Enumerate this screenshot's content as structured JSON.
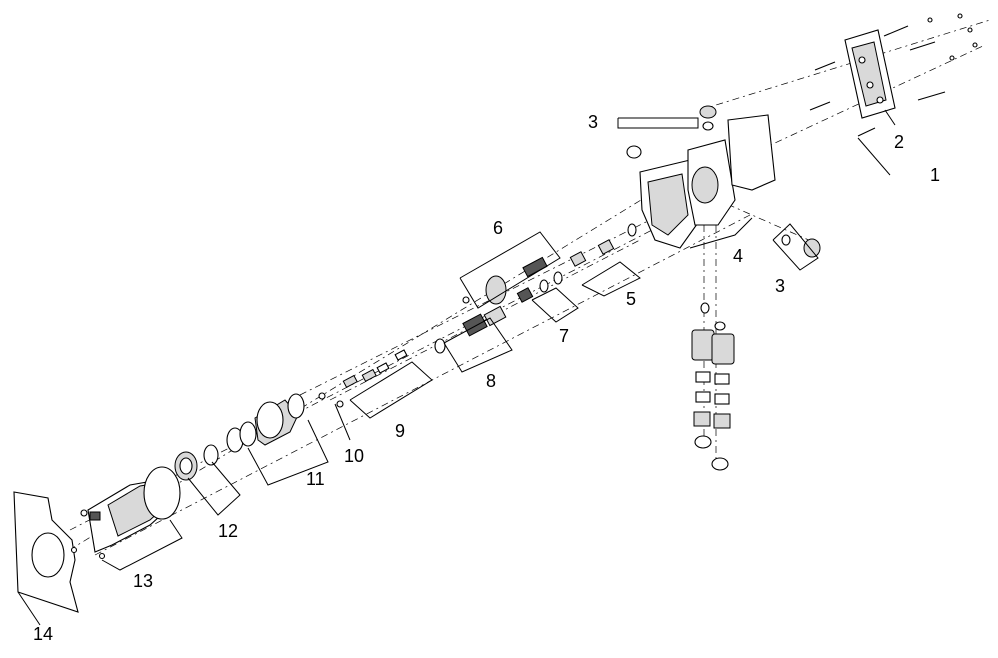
{
  "callouts": [
    {
      "id": "1",
      "label": "1"
    },
    {
      "id": "2",
      "label": "2"
    },
    {
      "id": "3a",
      "label": "3"
    },
    {
      "id": "3b",
      "label": "3"
    },
    {
      "id": "4",
      "label": "4"
    },
    {
      "id": "5",
      "label": "5"
    },
    {
      "id": "6",
      "label": "6"
    },
    {
      "id": "7",
      "label": "7"
    },
    {
      "id": "8",
      "label": "8"
    },
    {
      "id": "9",
      "label": "9"
    },
    {
      "id": "10",
      "label": "10"
    },
    {
      "id": "11",
      "label": "11"
    },
    {
      "id": "12",
      "label": "12"
    },
    {
      "id": "13",
      "label": "13"
    },
    {
      "id": "14",
      "label": "14"
    }
  ]
}
